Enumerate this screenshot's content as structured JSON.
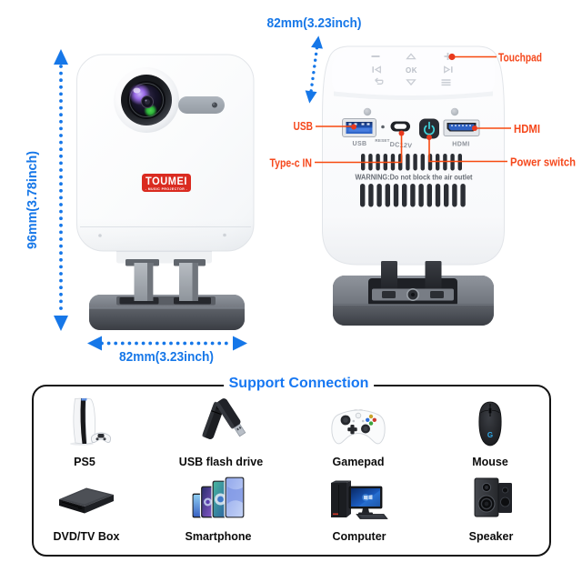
{
  "colors": {
    "dimension_blue": "#1677e8",
    "callout_orange": "#f5481c",
    "brand_red": "#da2b20",
    "title_blue": "#1677f2",
    "panel_border": "#131313"
  },
  "dimensions": {
    "height_label": "96mm(3.78inch)",
    "width_label": "82mm(3.23inch)",
    "depth_label": "82mm(3.23inch)"
  },
  "projector_front": {
    "brand": "TOUMEI",
    "brand_sub": "- MUSIC PROJECTOR -"
  },
  "projector_rear": {
    "touchpad_ok": "OK",
    "port_labels": {
      "usb": "USB",
      "reset": "RESET",
      "dc": "DC12V",
      "hdmi": "HDMI"
    },
    "warning": "WARNING:Do not block the air outlet"
  },
  "callouts": {
    "touchpad": "Touchpad",
    "usb": "USB",
    "hdmi": "HDMI",
    "type_c": "Type-c IN",
    "power": "Power switch"
  },
  "support": {
    "title": "Support Connection",
    "devices": [
      {
        "label": "PS5",
        "icon": "ps5-icon"
      },
      {
        "label": "USB flash drive",
        "icon": "usb-flash-drive-icon"
      },
      {
        "label": "Gamepad",
        "icon": "gamepad-icon"
      },
      {
        "label": "Mouse",
        "icon": "mouse-icon"
      },
      {
        "label": "DVD/TV Box",
        "icon": "dvd-tv-box-icon"
      },
      {
        "label": "Smartphone",
        "icon": "smartphone-icon"
      },
      {
        "label": "Computer",
        "icon": "computer-icon"
      },
      {
        "label": "Speaker",
        "icon": "speaker-icon"
      }
    ]
  }
}
